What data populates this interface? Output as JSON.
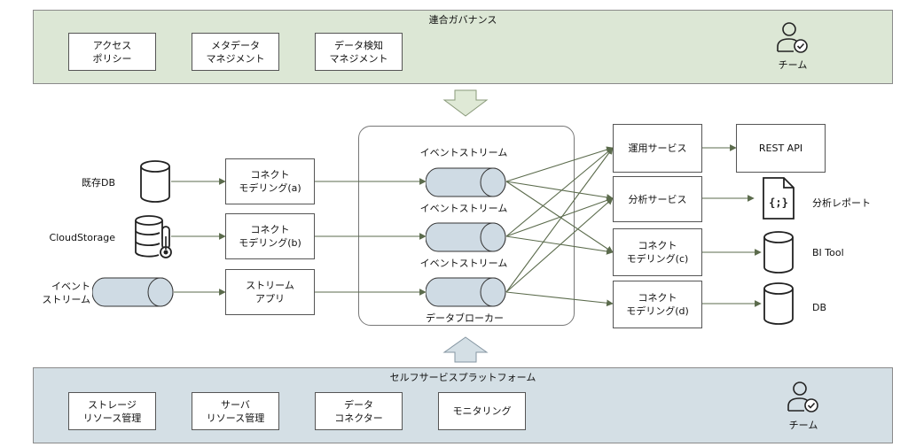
{
  "governance": {
    "title": "連合ガバナンス",
    "boxes": [
      "アクセス\nポリシー",
      "メタデータ\nマネジメント",
      "データ検知\nマネジメント"
    ],
    "team_label": "チーム"
  },
  "platform": {
    "title": "セルフサービスプラットフォーム",
    "boxes": [
      "ストレージ\nリソース管理",
      "サーバ\nリソース管理",
      "データ\nコネクター",
      "モニタリング"
    ],
    "team_label": "チーム"
  },
  "sources": {
    "existing_db": "既存DB",
    "cloud_storage": "CloudStorage",
    "event_stream": "イベント\nストリーム"
  },
  "processors": {
    "connect_a": "コネクト\nモデリング(a)",
    "connect_b": "コネクト\nモデリング(b)",
    "stream_app": "ストリーム\nアプリ"
  },
  "broker": {
    "label": "データブローカー",
    "stream_labels": [
      "イベントストリーム",
      "イベントストリーム",
      "イベントストリーム"
    ]
  },
  "services": {
    "ops": "運用サービス",
    "analysis": "分析サービス",
    "connect_c": "コネクト\nモデリング(c)",
    "connect_d": "コネクト\nモデリング(d)"
  },
  "outputs": {
    "rest_api": "REST API",
    "report": "分析レポート",
    "bi_tool": "BI Tool",
    "db": "DB"
  },
  "colors": {
    "governance_bg": "#dce7d5",
    "platform_bg": "#d4dfe5",
    "cylinder_fill": "#cfdbe4",
    "arrow_fill": "#dfe9d6",
    "connector": "#5b6b4c"
  }
}
